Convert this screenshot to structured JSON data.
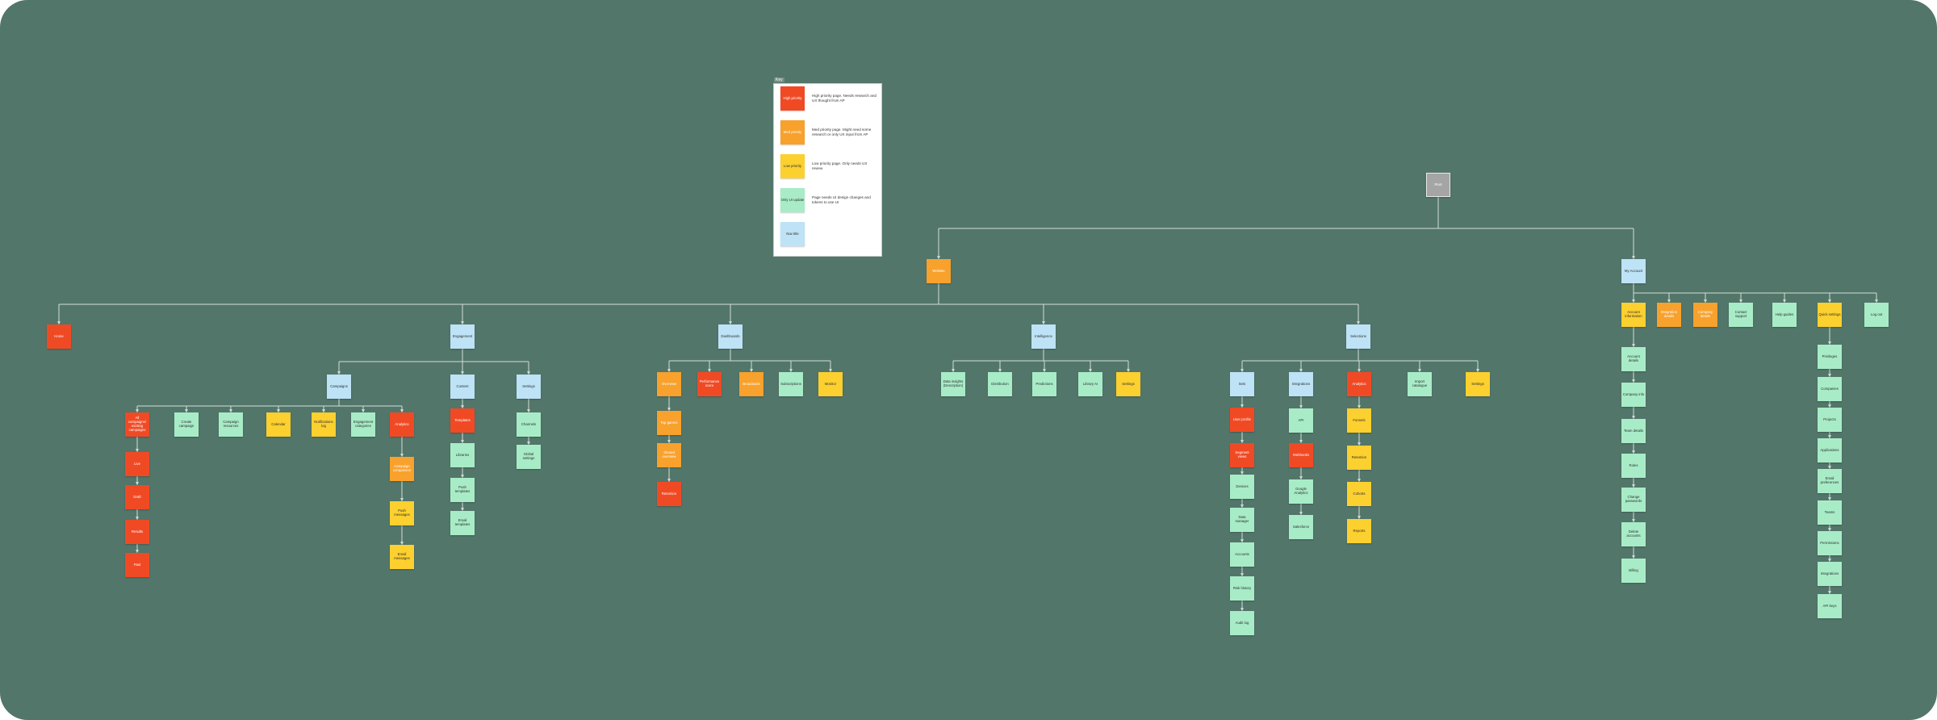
{
  "colors": {
    "background": "#52766a",
    "connector": "#d4ddd8",
    "root": "#a5a5a5",
    "high": "#f04a25",
    "med": "#f8a12c",
    "low": "#fcd02f",
    "ui": "#a8ecc7",
    "nav": "#bee3f6"
  },
  "legend": {
    "title": "Key",
    "items": [
      {
        "type": "high",
        "label": "High priority",
        "description": "High priority page. Needs research and UX thought from AP"
      },
      {
        "type": "med",
        "label": "Med priority",
        "description": "Med priority page. Might need some research or only UX input from AP"
      },
      {
        "type": "low",
        "label": "Low priority",
        "description": "Low priority page. Only needs UX review"
      },
      {
        "type": "ui",
        "label": "Only UI update",
        "description": "Page needs UI design changes and tokens to use UI"
      },
      {
        "type": "nav",
        "label": "Nav title"
      }
    ]
  },
  "tree": {
    "label": "Root",
    "type": "root",
    "children": [
      {
        "label": "Website",
        "type": "med",
        "children": [
          {
            "label": "Home",
            "type": "high"
          },
          {
            "label": "Engagement",
            "type": "nav",
            "children": [
              {
                "label": "Campaigns",
                "type": "nav",
                "children": [
                  {
                    "label": "All campaigns/ existing campaigns",
                    "type": "high",
                    "children": [
                      {
                        "label": "Live",
                        "type": "high"
                      },
                      {
                        "label": "Draft",
                        "type": "high"
                      },
                      {
                        "label": "Results",
                        "type": "high"
                      },
                      {
                        "label": "Past",
                        "type": "high"
                      }
                    ]
                  },
                  {
                    "label": "Create campaign",
                    "type": "ui"
                  },
                  {
                    "label": "Campaign resources",
                    "type": "ui"
                  },
                  {
                    "label": "Calendar",
                    "type": "low"
                  },
                  {
                    "label": "Notifications log",
                    "type": "low"
                  },
                  {
                    "label": "Engagement categories",
                    "type": "ui"
                  },
                  {
                    "label": "Analytics",
                    "type": "high",
                    "children": [
                      {
                        "label": "Campaign comparison",
                        "type": "med"
                      },
                      {
                        "label": "Push messages",
                        "type": "low"
                      },
                      {
                        "label": "Email messages",
                        "type": "low"
                      }
                    ]
                  }
                ]
              },
              {
                "label": "Content",
                "type": "nav",
                "children": [
                  {
                    "label": "Templates",
                    "type": "high"
                  },
                  {
                    "label": "Libraries",
                    "type": "ui"
                  },
                  {
                    "label": "Push templates",
                    "type": "ui"
                  },
                  {
                    "label": "Email templates",
                    "type": "ui"
                  }
                ]
              },
              {
                "label": "Settings",
                "type": "nav",
                "children": [
                  {
                    "label": "Channels",
                    "type": "ui"
                  },
                  {
                    "label": "Global settings",
                    "type": "ui"
                  }
                ]
              }
            ]
          },
          {
            "label": "Dashboards",
            "type": "nav",
            "children": [
              {
                "label": "Overview",
                "type": "med",
                "children": [
                  {
                    "label": "Top games",
                    "type": "med"
                  },
                  {
                    "label": "Shared overview",
                    "type": "med"
                  },
                  {
                    "label": "Retention",
                    "type": "high"
                  }
                ]
              },
              {
                "label": "Performance score",
                "type": "high"
              },
              {
                "label": "Broadcasts",
                "type": "med"
              },
              {
                "label": "Subscriptions",
                "type": "ui"
              },
              {
                "label": "Monitor",
                "type": "low"
              }
            ]
          },
          {
            "label": "Intelligence",
            "type": "nav",
            "children": [
              {
                "label": "Data insights (Description)",
                "type": "ui"
              },
              {
                "label": "Distribution",
                "type": "ui"
              },
              {
                "label": "Predictions",
                "type": "ui"
              },
              {
                "label": "Library AI",
                "type": "ui"
              },
              {
                "label": "Settings",
                "type": "low"
              }
            ]
          },
          {
            "label": "Selections",
            "type": "nav",
            "children": [
              {
                "label": "Sets",
                "type": "nav",
                "children": [
                  {
                    "label": "User profile",
                    "type": "high"
                  },
                  {
                    "label": "Segment views",
                    "type": "high"
                  },
                  {
                    "label": "Devices",
                    "type": "ui"
                  },
                  {
                    "label": "Data manager",
                    "type": "ui"
                  },
                  {
                    "label": "Accounts",
                    "type": "ui"
                  },
                  {
                    "label": "Risk history",
                    "type": "ui"
                  },
                  {
                    "label": "Audit log",
                    "type": "ui"
                  }
                ]
              },
              {
                "label": "Integrations",
                "type": "nav",
                "children": [
                  {
                    "label": "API",
                    "type": "ui"
                  },
                  {
                    "label": "Webhooks",
                    "type": "high"
                  },
                  {
                    "label": "Google Analytics",
                    "type": "ui"
                  },
                  {
                    "label": "Salesforce",
                    "type": "ui"
                  }
                ]
              },
              {
                "label": "Analytics",
                "type": "high",
                "children": [
                  {
                    "label": "Funnels",
                    "type": "low"
                  },
                  {
                    "label": "Retention",
                    "type": "low"
                  },
                  {
                    "label": "Cohorts",
                    "type": "low"
                  },
                  {
                    "label": "Reports",
                    "type": "low"
                  }
                ]
              },
              {
                "label": "Import catalogue",
                "type": "ui"
              },
              {
                "label": "Settings",
                "type": "low"
              }
            ]
          }
        ]
      },
      {
        "label": "My Account",
        "type": "nav",
        "children": [
          {
            "label": "Account information",
            "type": "low",
            "children": [
              {
                "label": "Account details",
                "type": "ui"
              },
              {
                "label": "Company info",
                "type": "ui"
              },
              {
                "label": "Team details",
                "type": "ui"
              },
              {
                "label": "Roles",
                "type": "ui"
              },
              {
                "label": "Change passwords",
                "type": "ui"
              },
              {
                "label": "Delete accounts",
                "type": "ui"
              },
              {
                "label": "Billing",
                "type": "ui"
              }
            ]
          },
          {
            "label": "Integration details",
            "type": "med"
          },
          {
            "label": "Company details",
            "type": "med"
          },
          {
            "label": "Contact support",
            "type": "ui"
          },
          {
            "label": "Help guides",
            "type": "ui"
          },
          {
            "label": "Quick settings",
            "type": "low",
            "children": [
              {
                "label": "Privileges",
                "type": "ui"
              },
              {
                "label": "Companies",
                "type": "ui"
              },
              {
                "label": "Projects",
                "type": "ui"
              },
              {
                "label": "Applications",
                "type": "ui"
              },
              {
                "label": "Email preferences",
                "type": "ui"
              },
              {
                "label": "Teams",
                "type": "ui"
              },
              {
                "label": "Permissions",
                "type": "ui"
              },
              {
                "label": "Integrations",
                "type": "ui"
              },
              {
                "label": "API keys",
                "type": "ui"
              }
            ]
          },
          {
            "label": "Log out",
            "type": "ui"
          }
        ]
      }
    ]
  }
}
